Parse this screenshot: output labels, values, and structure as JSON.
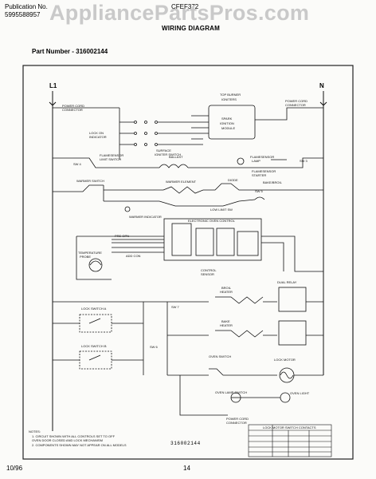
{
  "header": {
    "publication_label": "Publication No.",
    "publication_number": "5995588957",
    "model": "CFEF372",
    "watermark": "AppliancePartsPros.com",
    "title": "WIRING DIAGRAM",
    "part_number_line": "Part Number - 316002144"
  },
  "diagram": {
    "terminal_left": "L1",
    "terminal_right": "N",
    "bottom_code": "316002144"
  },
  "footer": {
    "date": "10/96",
    "page": "14"
  }
}
